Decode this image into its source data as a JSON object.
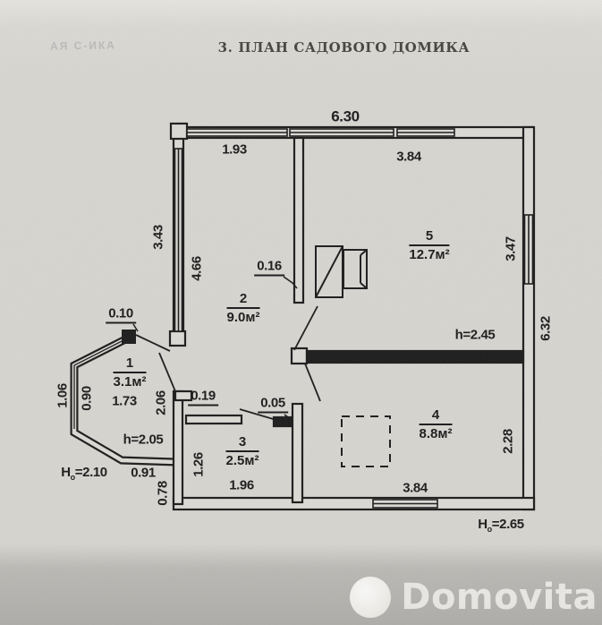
{
  "title": "3. ПЛАН САДОВОГО ДОМИКА",
  "bleed_text": "АЯ С-ИКА",
  "watermark": {
    "brand": "Domovita"
  },
  "rooms": [
    {
      "number": "1",
      "area": "3.1м²"
    },
    {
      "number": "2",
      "area": "9.0м²"
    },
    {
      "number": "3",
      "area": "2.5м²"
    },
    {
      "number": "4",
      "area": "8.8м²"
    },
    {
      "number": "5",
      "area": "12.7м²"
    }
  ],
  "heights": {
    "room5": "h=2.45",
    "bay": "h=2.05",
    "bay_outer": {
      "base": "H",
      "sub": "о",
      "value": "=2.10"
    },
    "south": {
      "base": "H",
      "sub": "о",
      "value": "=2.65"
    }
  },
  "dims": {
    "top_total": "6.30",
    "top_left": "1.93",
    "top_right": "3.84",
    "left_outer": "3.43",
    "left_inner": "4.66",
    "right_inner": "3.47",
    "right_outer": "6.32",
    "wall_thickness": "0.16",
    "bay_door": "0.10",
    "bay_outer_side": "1.06",
    "bay_inner_side": "0.90",
    "bay_width": "1.73",
    "bay_right": "2.06",
    "bay_bottom": "0.91",
    "below_bay": "0.78",
    "room3_wall": "0.19",
    "room3_door": "0.05",
    "room3_left": "1.26",
    "room3_width": "1.96",
    "room4_right": "2.28",
    "room4_width": "3.84"
  }
}
